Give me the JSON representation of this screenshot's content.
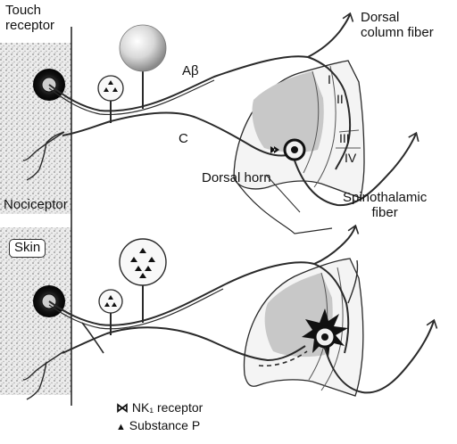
{
  "labels": {
    "touch_receptor": "Touch\nreceptor",
    "dorsal_column_fiber": "Dorsal\ncolumn fiber",
    "a_beta": "Aβ",
    "c_fiber": "C",
    "lamina_i": "I",
    "lamina_ii": "II",
    "lamina_iii": "III",
    "lamina_iv": "IV",
    "dorsal_horn": "Dorsal horn",
    "spinothalamic_fiber": "Spinothalamic\nfiber",
    "nociceptor": "Nociceptor",
    "skin": "Skin"
  },
  "legend": {
    "nk1_symbol": "⋈",
    "nk1_label": "NK₁ receptor",
    "substance_p_symbol": "▲",
    "substance_p_label": "Substance P"
  },
  "colors": {
    "line": "#2a2a2a",
    "skin_stipple": "#9a9a9a",
    "dorsal_horn_shade": "#c9c9c9"
  }
}
